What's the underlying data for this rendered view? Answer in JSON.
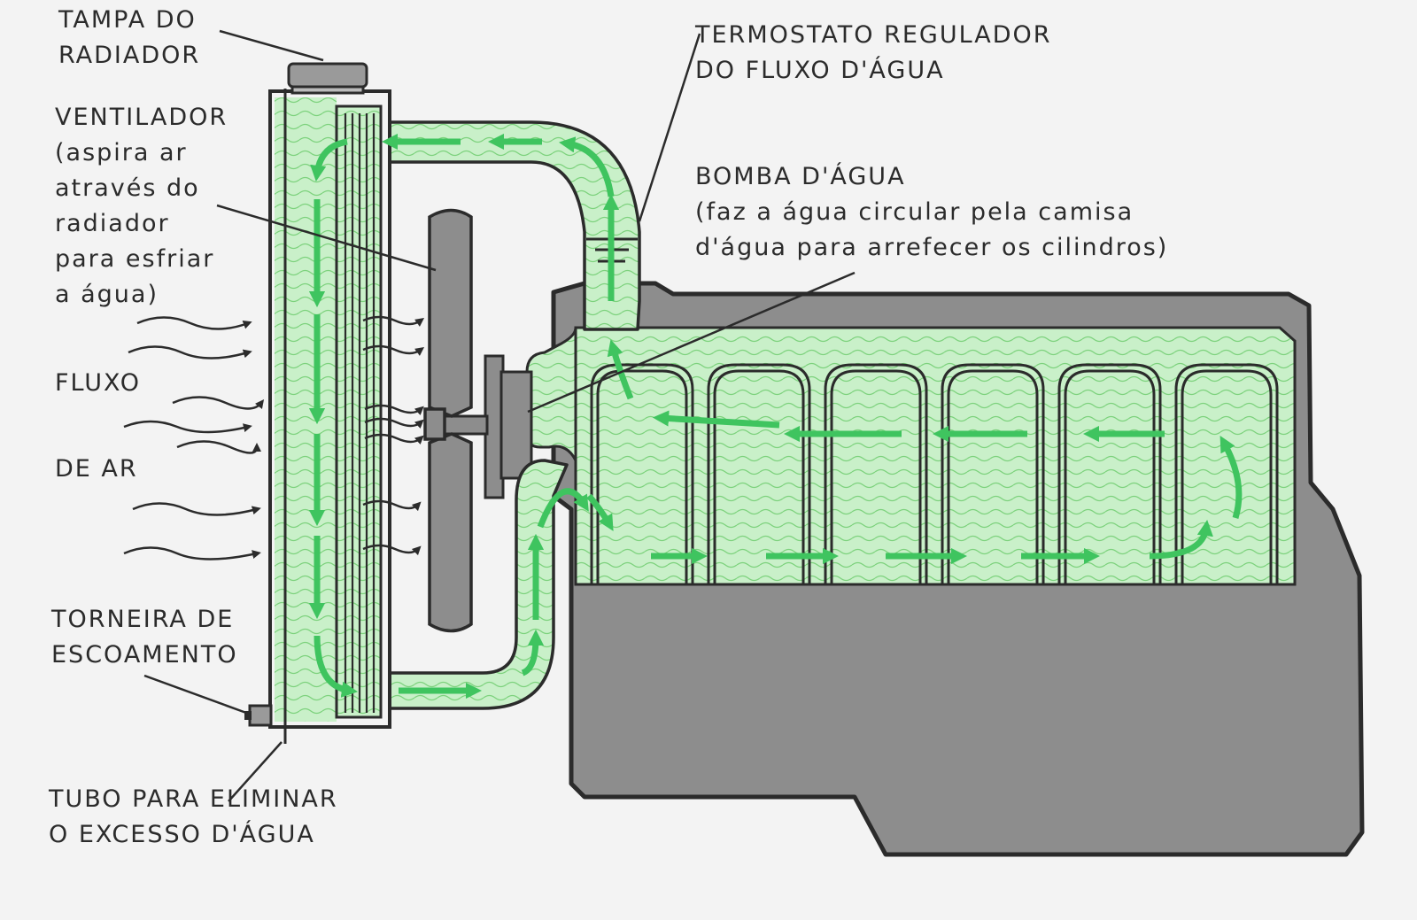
{
  "labels": {
    "radiator_cap": [
      "TAMPA DO",
      "RADIADOR"
    ],
    "fan": [
      "VENTILADOR",
      "(aspira ar",
      "através do",
      "radiador",
      "para esfriar",
      "a água)"
    ],
    "airflow_1": "FLUXO",
    "airflow_2": "DE AR",
    "drain_cock": [
      "TORNEIRA DE",
      "ESCOAMENTO"
    ],
    "overflow_tube": [
      "TUBO PARA ELIMINAR",
      "O EXCESSO D'ÁGUA"
    ],
    "thermostat": [
      "TERMOSTATO REGULADOR",
      "DO FLUXO D'ÁGUA"
    ],
    "water_pump": [
      "BOMBA D'ÁGUA",
      "(faz a água circular pela camisa",
      "d'água para arrefecer os cilindros)"
    ]
  },
  "colors": {
    "coolant_fill": "#c9f0c9",
    "coolant_wave": "#7dd27d",
    "flow_arrow": "#3fc45f",
    "engine_block": "#8d8d8d",
    "outline": "#2b2b2b",
    "background": "#f3f3f3"
  }
}
